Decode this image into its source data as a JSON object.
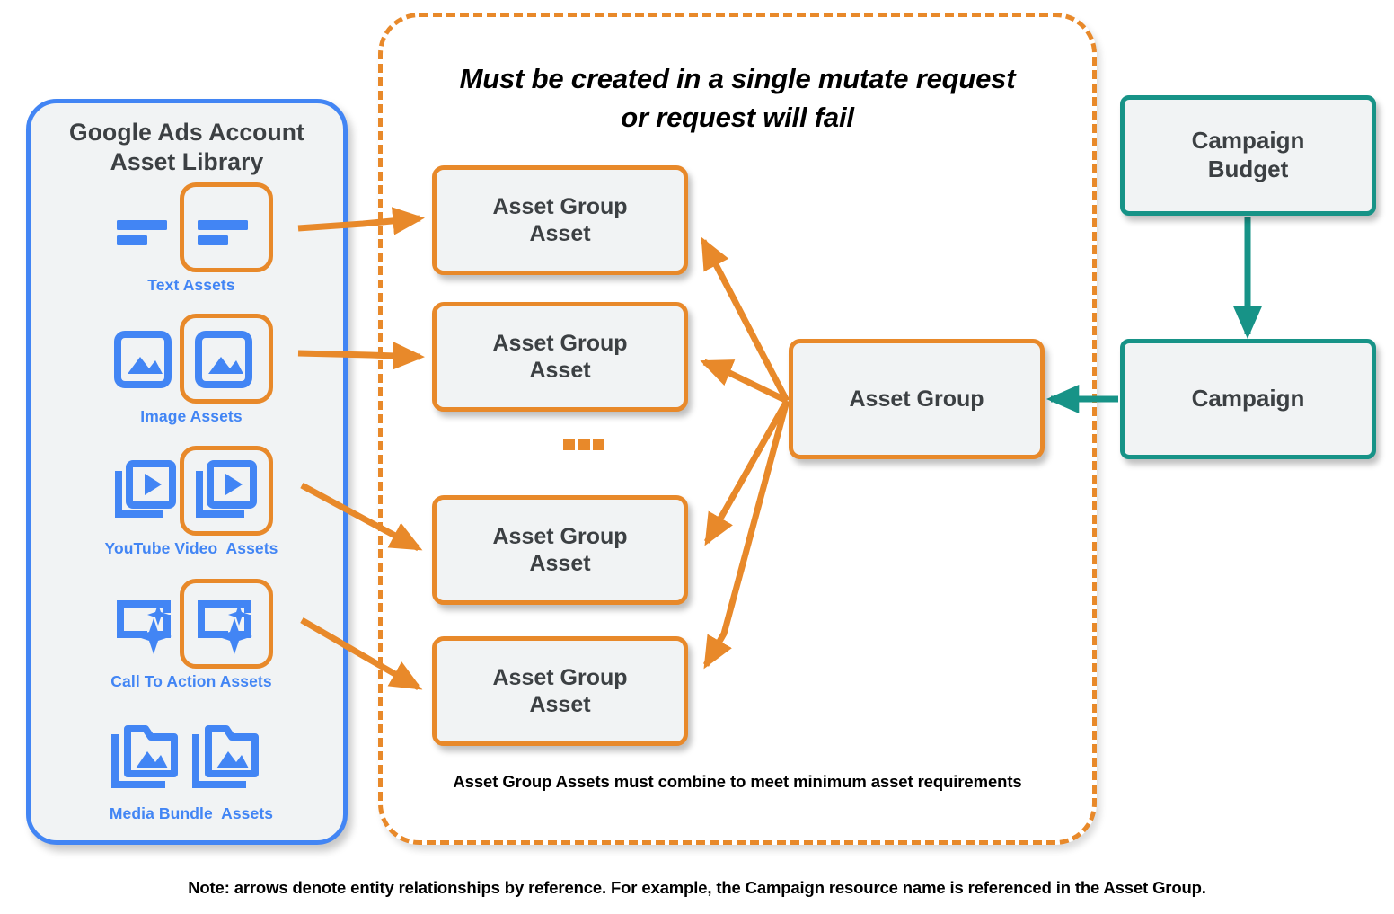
{
  "library": {
    "title_line1": "Google Ads Account",
    "title_line2": "Asset Library",
    "border_color": "#4285f4",
    "assets": [
      {
        "label": "Text Assets",
        "icon": "text-asset-icon"
      },
      {
        "label": "Image Assets",
        "icon": "image-asset-icon"
      },
      {
        "label": "YouTube Video  Assets",
        "icon": "youtube-video-asset-icon"
      },
      {
        "label": "Call To Action Assets",
        "icon": "call-to-action-asset-icon"
      },
      {
        "label": "Media Bundle  Assets",
        "icon": "media-bundle-asset-icon"
      }
    ]
  },
  "mutate": {
    "title_line1": "Must be created in a single mutate request",
    "title_line2": "or request will fail",
    "footnote": "Asset Group Assets must combine to meet minimum asset requirements",
    "border_color": "#e8892a",
    "ellipsis": "···"
  },
  "nodes": {
    "asset_group_assets": [
      {
        "line1": "Asset Group",
        "line2": "Asset"
      },
      {
        "line1": "Asset Group",
        "line2": "Asset"
      },
      {
        "line1": "Asset Group",
        "line2": "Asset"
      },
      {
        "line1": "Asset Group",
        "line2": "Asset"
      }
    ],
    "asset_group": {
      "label": "Asset Group"
    },
    "campaign_budget": {
      "line1": "Campaign",
      "line2": "Budget"
    },
    "campaign": {
      "label": "Campaign"
    }
  },
  "colors": {
    "orange": "#e8892a",
    "teal": "#179387",
    "blue": "#4285f4",
    "node_fill": "#f1f3f4",
    "text": "#3c4043"
  },
  "footer": {
    "note": "Note: arrows denote entity relationships by reference. For example, the Campaign resource name is referenced in the Asset Group."
  }
}
